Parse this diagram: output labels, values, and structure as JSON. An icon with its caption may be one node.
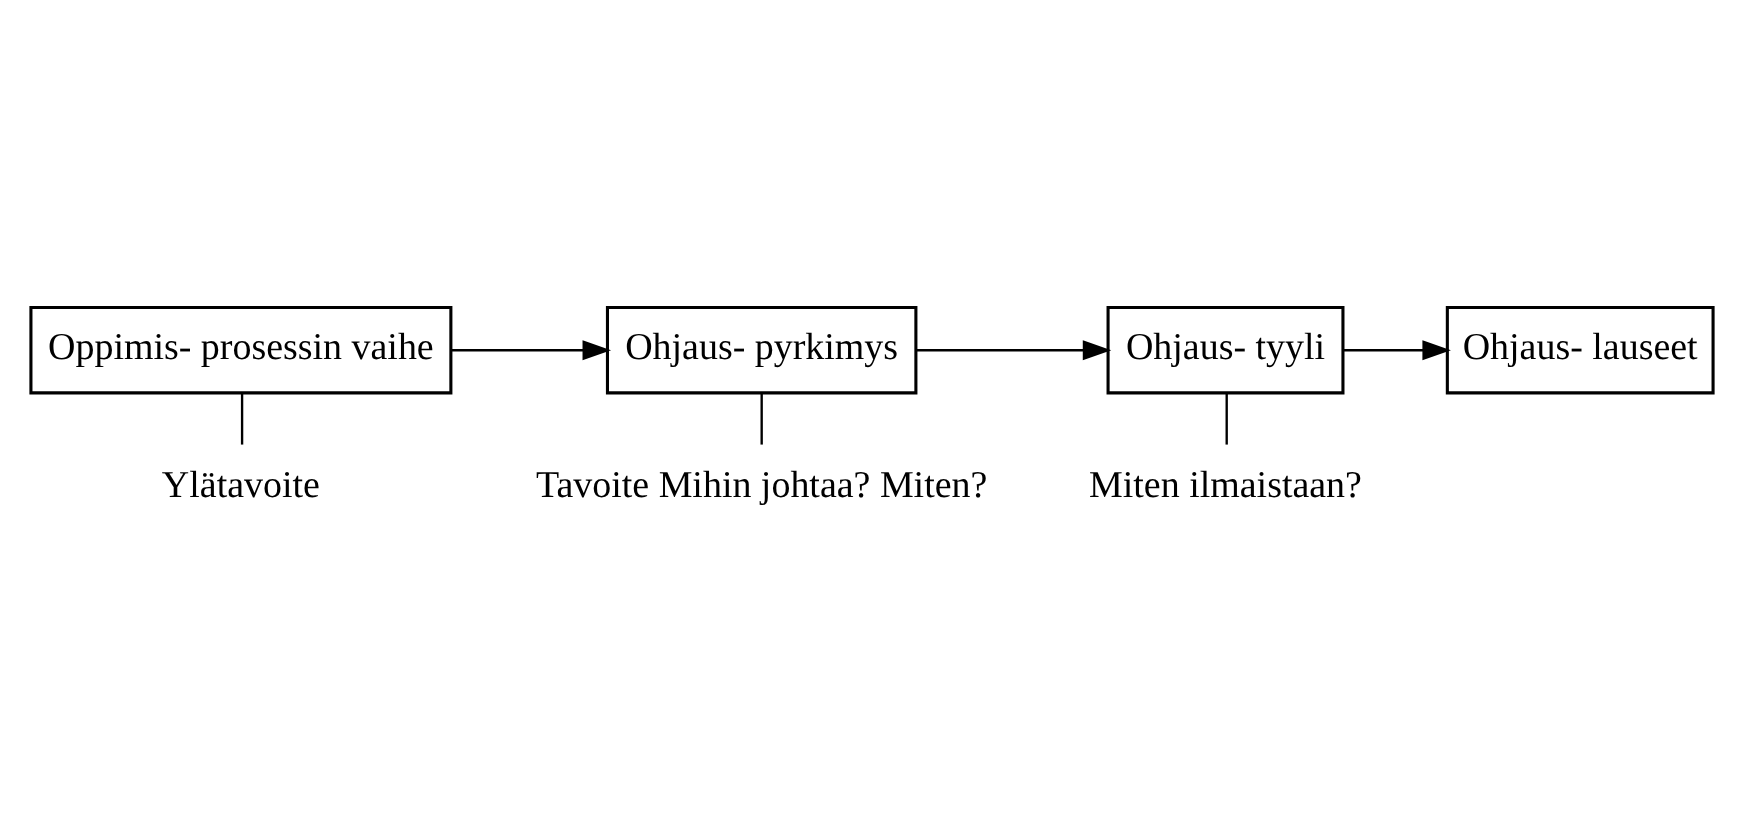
{
  "diagram": {
    "nodes": [
      {
        "text": [
          "Oppimis- prosessin vaihe"
        ]
      },
      {
        "text": [
          "Ohjaus- pyrkimys"
        ]
      },
      {
        "text": [
          "Ohjaus- tyyli"
        ]
      },
      {
        "text": [
          "Ohjaus- lauseet"
        ]
      },
      {
        "text": [
          "Ylätavoite"
        ]
      },
      {
        "text": [
          "Tavoite Mihin johtaa? Miten?"
        ]
      },
      {
        "text": [
          "Miten ilmaistaan?"
        ]
      }
    ],
    "edges": [
      {
        "from": 0,
        "to": 1,
        "arrow": "to"
      },
      {
        "from": 1,
        "to": 2,
        "arrow": "to"
      },
      {
        "from": 2,
        "to": 3,
        "arrow": "to"
      },
      {
        "from": 0,
        "to": 4,
        "arrow": "none"
      },
      {
        "from": 1,
        "to": 5,
        "arrow": "none"
      },
      {
        "from": 2,
        "to": 6,
        "arrow": "none"
      }
    ]
  }
}
